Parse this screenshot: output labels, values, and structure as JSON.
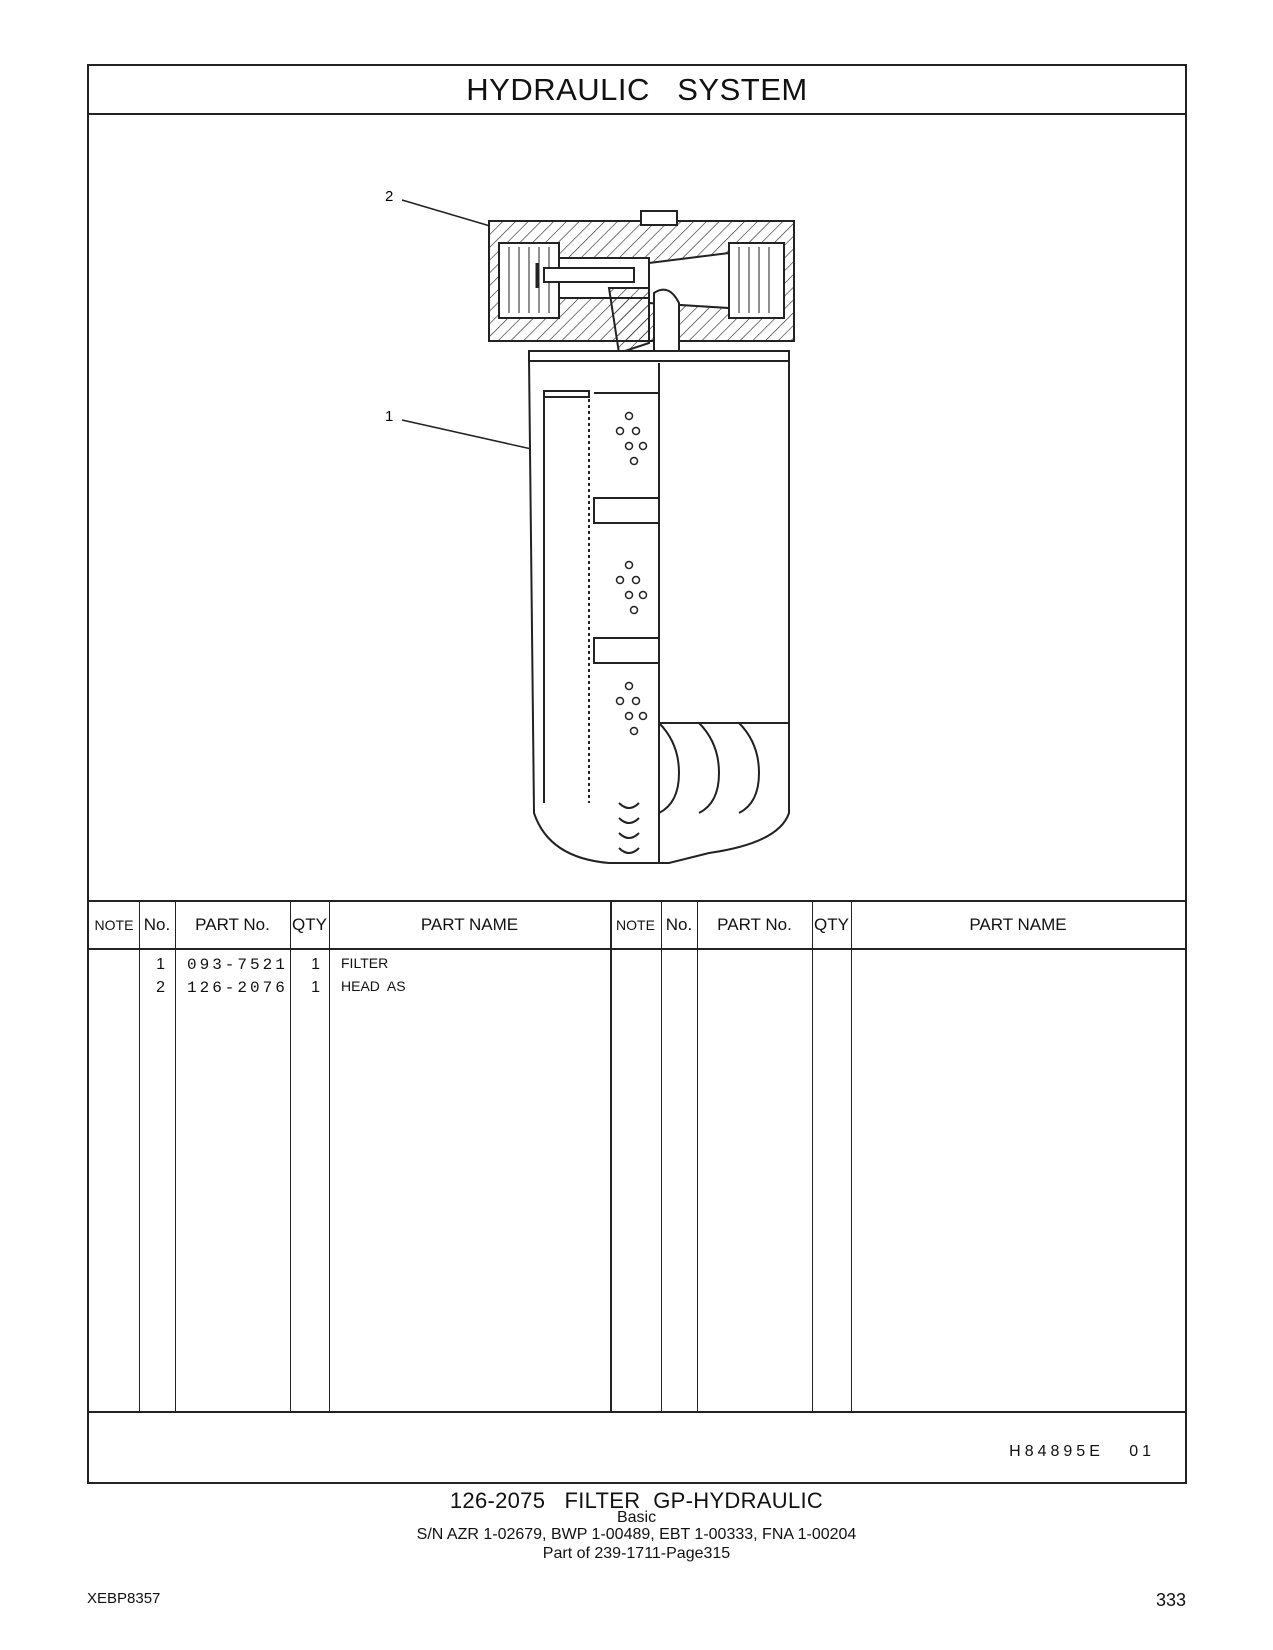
{
  "header": {
    "title": "HYDRAULIC   SYSTEM"
  },
  "callouts": [
    "2",
    "1"
  ],
  "table": {
    "columns": [
      "NOTE",
      "No.",
      "PART No.",
      "QTY",
      "PART NAME"
    ],
    "rows": [
      {
        "note": "",
        "no": "1",
        "part_no": "093-7521",
        "qty": "1",
        "name": "FILTER"
      },
      {
        "note": "",
        "no": "2",
        "part_no": "126-2076",
        "qty": "1",
        "name": "HEAD  AS"
      }
    ],
    "reference": "H84895E   01"
  },
  "caption": {
    "title": "126-2075   FILTER  GP-HYDRAULIC",
    "subtitle": "Basic",
    "serials": "S/N AZR 1-02679, BWP 1-00489, EBT 1-00333, FNA 1-00204",
    "part_of": "Part of 239-1711-Page315"
  },
  "footer": {
    "doc_id": "XEBP8357",
    "page": "333"
  }
}
